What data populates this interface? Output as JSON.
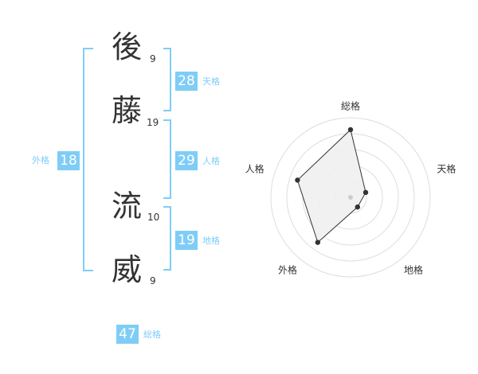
{
  "name": {
    "chars": [
      {
        "char": "後",
        "strokes": "9"
      },
      {
        "char": "藤",
        "strokes": "19"
      },
      {
        "char": "流",
        "strokes": "10"
      },
      {
        "char": "威",
        "strokes": "9"
      }
    ]
  },
  "fortunes": {
    "tenkaku": {
      "label": "天格",
      "value": "28"
    },
    "jinkaku": {
      "label": "人格",
      "value": "29"
    },
    "chikaku": {
      "label": "地格",
      "value": "19"
    },
    "gaikaku": {
      "label": "外格",
      "value": "18"
    },
    "soukaku": {
      "label": "総格",
      "value": "47"
    }
  },
  "colors": {
    "accent": "#7fcdf6",
    "text": "#333333",
    "grid": "#dddddd",
    "fill": "#f0f0f0"
  },
  "chart_data": {
    "type": "radar",
    "axes": [
      "総格",
      "天格",
      "地格",
      "外格",
      "人格"
    ],
    "values": [
      0.85,
      0.2,
      0.15,
      0.7,
      0.7
    ],
    "rings": 5,
    "range": [
      0,
      1
    ]
  }
}
